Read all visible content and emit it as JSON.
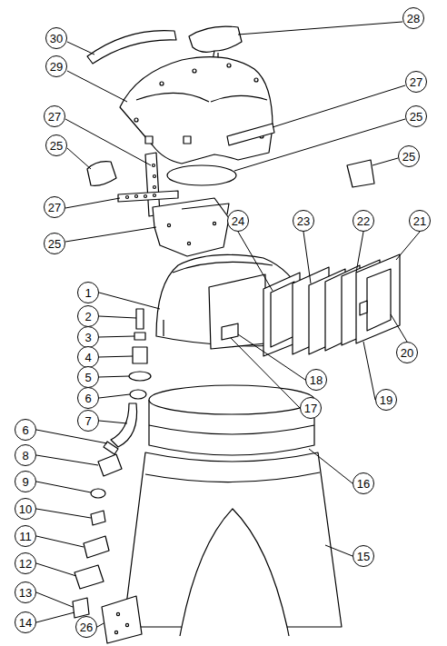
{
  "diagram": {
    "nodes": [
      {
        "text": [
          "28"
        ]
      },
      {
        "text": [
          "30"
        ]
      },
      {
        "text": [
          "29"
        ]
      },
      {
        "text": [
          "27"
        ]
      },
      {
        "text": [
          "25"
        ]
      },
      {
        "text": [
          "27"
        ]
      },
      {
        "text": [
          "25"
        ]
      },
      {
        "text": [
          "25"
        ]
      },
      {
        "text": [
          "27"
        ]
      },
      {
        "text": [
          "24"
        ]
      },
      {
        "text": [
          "23"
        ]
      },
      {
        "text": [
          "22"
        ]
      },
      {
        "text": [
          "21"
        ]
      },
      {
        "text": [
          "25"
        ]
      },
      {
        "text": [
          "1"
        ]
      },
      {
        "text": [
          "2"
        ]
      },
      {
        "text": [
          "3"
        ]
      },
      {
        "text": [
          "20"
        ]
      },
      {
        "text": [
          "4"
        ]
      },
      {
        "text": [
          "5"
        ]
      },
      {
        "text": [
          "18"
        ]
      },
      {
        "text": [
          "6"
        ]
      },
      {
        "text": [
          "19"
        ]
      },
      {
        "text": [
          "17"
        ]
      },
      {
        "text": [
          "7"
        ]
      },
      {
        "text": [
          "6"
        ]
      },
      {
        "text": [
          "8"
        ]
      },
      {
        "text": [
          "9"
        ]
      },
      {
        "text": [
          "16"
        ]
      },
      {
        "text": [
          "10"
        ]
      },
      {
        "text": [
          "11"
        ]
      },
      {
        "text": [
          "15"
        ]
      },
      {
        "text": [
          "12"
        ]
      },
      {
        "text": [
          "13"
        ]
      },
      {
        "text": [
          "14"
        ]
      },
      {
        "text": [
          "26"
        ]
      }
    ]
  }
}
